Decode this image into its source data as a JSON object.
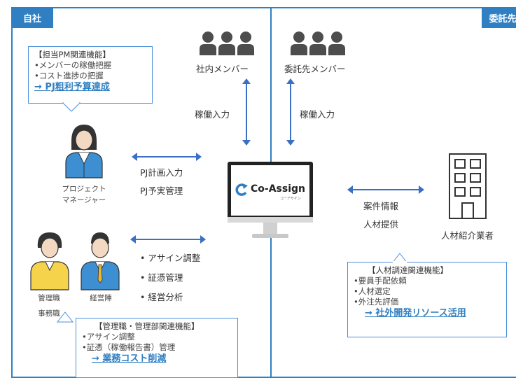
{
  "left_section": {
    "tag": "自社"
  },
  "right_section": {
    "tag": "委託先"
  },
  "pm_callout": {
    "title": "【担当PM関連機能】",
    "items": [
      "•メンバーの稼働把握",
      "•コスト進捗の把握"
    ],
    "result": "→ PJ粗利予算達成"
  },
  "internal_members": {
    "label": "社内メンバー",
    "arrow_label": "稼働入力"
  },
  "contractor_members": {
    "label": "委託先メンバー",
    "arrow_label": "稼働入力"
  },
  "pm": {
    "label_line1": "プロジェクト",
    "label_line2": "マネージャー"
  },
  "pm_arrow": {
    "line1": "PJ計画入力",
    "line2": "PJ予実管理"
  },
  "logo": {
    "text": "Co-Assign",
    "sub": "コーアサイン"
  },
  "agency": {
    "label": "人材紹介業者",
    "arrow_line1": "案件情報",
    "arrow_line2": "人材提供"
  },
  "staff": {
    "label1": "管理職",
    "label1b": "事務職",
    "label2": "経営陣"
  },
  "staff_bullets": [
    "•  アサイン調整",
    "•  証憑管理",
    "•  経営分析"
  ],
  "recruit_callout": {
    "title": "【人材調達関連機能】",
    "items": [
      "•要員手配依頼",
      "•人材選定",
      "•外注先評価"
    ],
    "result": "→ 社外開発リソース活用"
  },
  "admin_callout": {
    "title": "【管理職・管理部関連機能】",
    "items": [
      "•アサイン調整",
      "•証憑（稼働報告書）管理"
    ],
    "result": "→ 業務コスト削減"
  },
  "colors": {
    "accent": "#2f7fc2",
    "person_gray": "#4d4d4d"
  }
}
